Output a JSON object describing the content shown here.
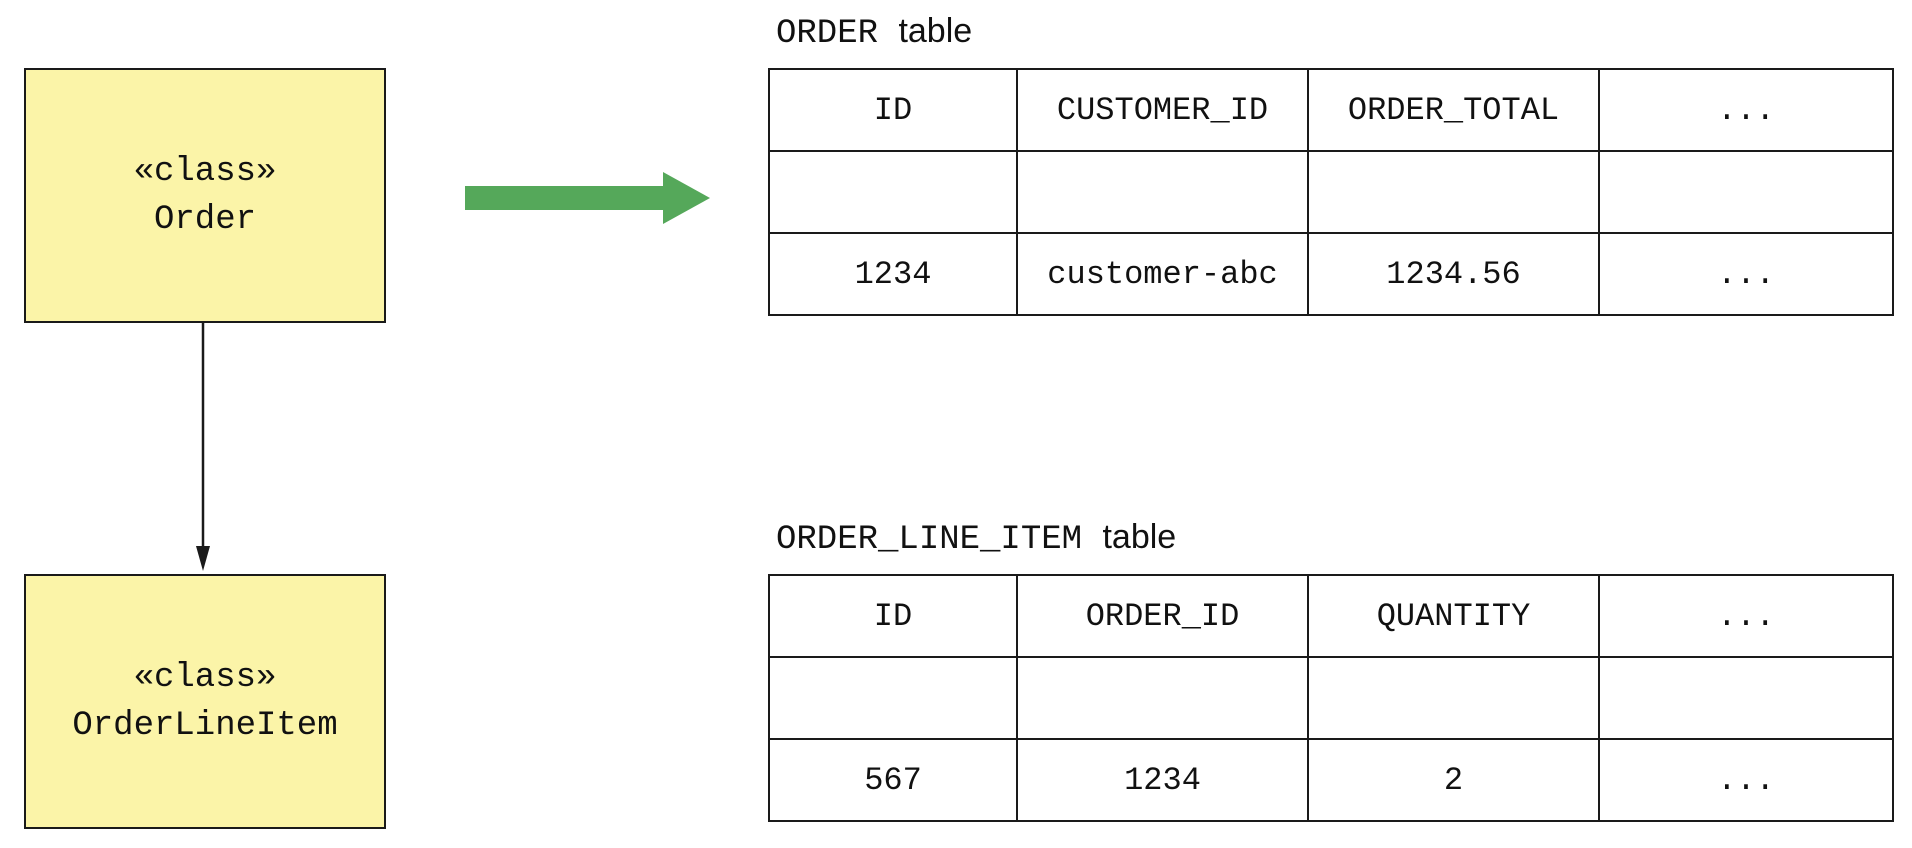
{
  "classes": {
    "order": {
      "stereotype": "«class»",
      "name": "Order"
    },
    "order_line_item": {
      "stereotype": "«class»",
      "name": "OrderLineItem"
    }
  },
  "colors": {
    "class_fill": "#fbf4a8",
    "arrow_green": "#55a85a",
    "line": "#1a1a1a"
  },
  "tables": {
    "order": {
      "name": "ORDER",
      "suffix": "table",
      "headers": [
        "ID",
        "CUSTOMER_ID",
        "ORDER_TOTAL",
        "..."
      ],
      "rows": [
        [
          "",
          "",
          "",
          ""
        ],
        [
          "1234",
          "customer-abc",
          "1234.56",
          "..."
        ]
      ]
    },
    "order_line_item": {
      "name": "ORDER_LINE_ITEM",
      "suffix": "table",
      "headers": [
        "ID",
        "ORDER_ID",
        "QUANTITY",
        "..."
      ],
      "rows": [
        [
          "",
          "",
          "",
          ""
        ],
        [
          "567",
          "1234",
          "2",
          "..."
        ]
      ]
    }
  },
  "icons": {
    "mapping_arrow": "right-arrow-icon",
    "association_arrow": "down-arrow-icon"
  }
}
